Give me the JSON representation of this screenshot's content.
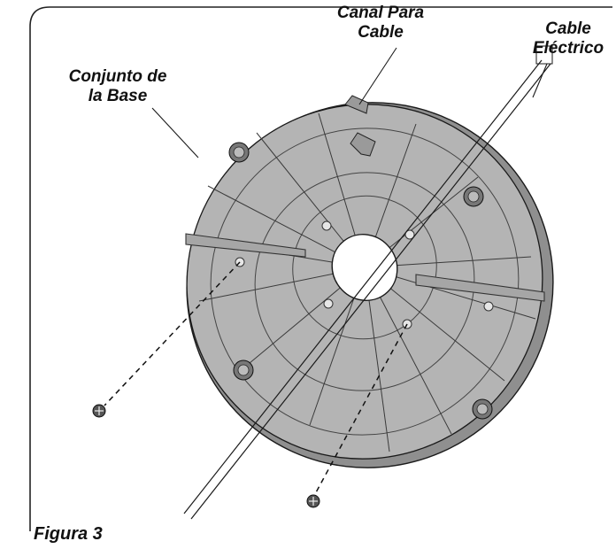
{
  "labels": {
    "canal_line1": "Canal Para",
    "canal_line2": "Cable",
    "cable_line1": "Cable",
    "cable_line2": "Eléctrico",
    "conjunto_line1": "Conjunto de",
    "conjunto_line2": "la Base",
    "figure_caption": "Figura 3"
  },
  "colors": {
    "base_plate": "#b4b4b4",
    "base_plate_dark": "#8f8f8f",
    "outline": "#1a1a1a",
    "frame": "#222222"
  },
  "icons": {
    "screws": "screw-icon",
    "feet": "rubber-foot-icon"
  }
}
